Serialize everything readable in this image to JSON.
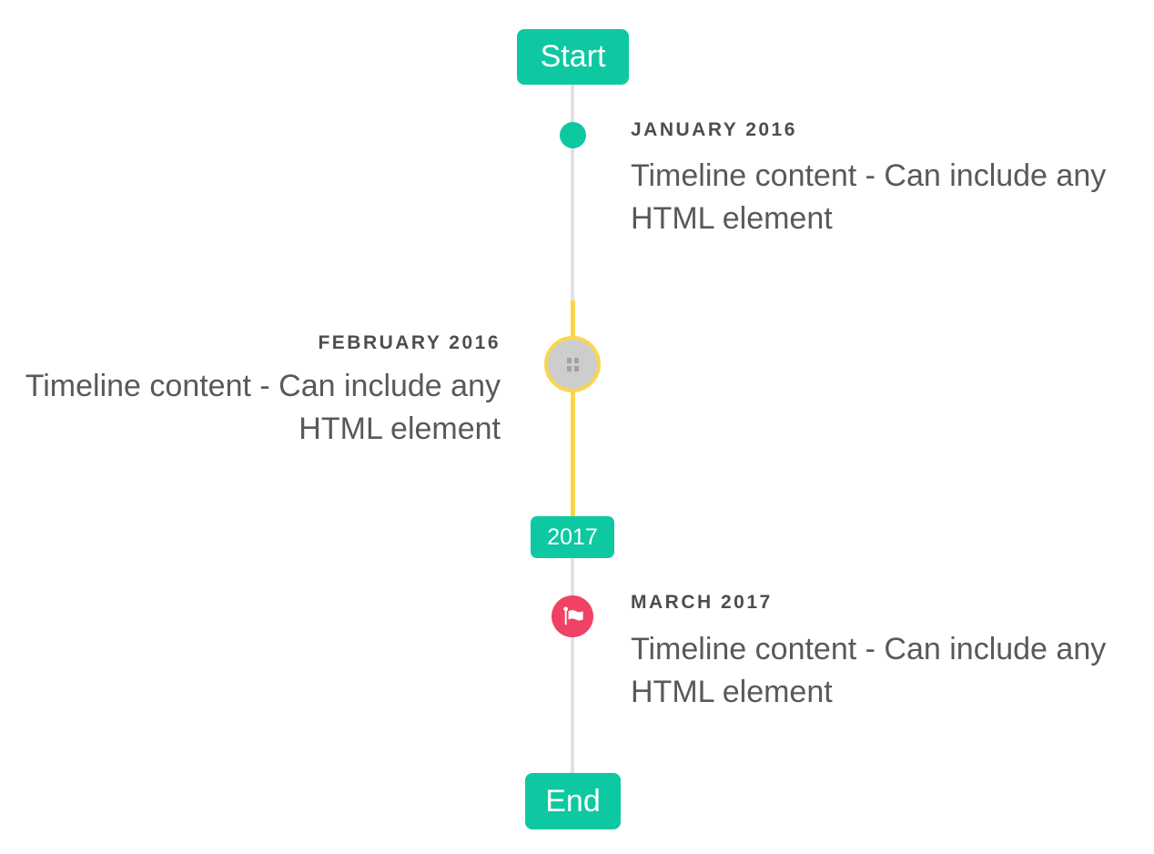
{
  "colors": {
    "accent_teal": "#0ec8a2",
    "accent_yellow": "#fbd54d",
    "accent_red": "#ef4265",
    "line_gray": "#e1e1e1",
    "marker_gray_fill": "#cdcdcd",
    "title_text": "#4d4d4d",
    "body_text": "#595959"
  },
  "timeline": {
    "start_badge": "Start",
    "year_badge": "2017",
    "end_badge": "End",
    "items": [
      {
        "title": "JANUARY 2016",
        "content": "Timeline content - Can include any HTML element",
        "side": "right",
        "marker": "teal-dot"
      },
      {
        "title": "FEBRUARY 2016",
        "content": "Timeline content - Can include any HTML element",
        "side": "left",
        "marker": "broken-image-circle"
      },
      {
        "title": "MARCH 2017",
        "content": "Timeline content - Can include any HTML element",
        "side": "right",
        "marker": "flag-circle"
      }
    ]
  },
  "icons": {
    "february_marker": "broken-image-icon",
    "march_marker": "flag-icon"
  }
}
